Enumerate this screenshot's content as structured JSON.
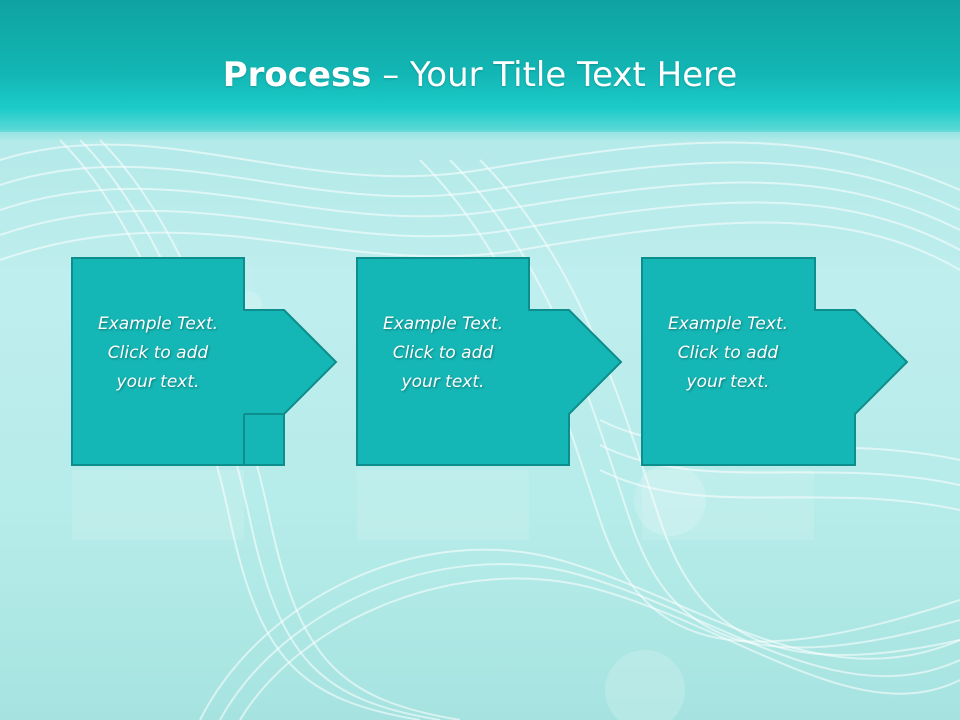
{
  "slide": {
    "title_bold": "Process",
    "title_rest": " – Your Title Text Here"
  },
  "steps": [
    {
      "lines": [
        "Example Text.",
        "Click  to add",
        "your text."
      ]
    },
    {
      "lines": [
        "Example Text.",
        "Click  to add",
        "your text."
      ]
    },
    {
      "lines": [
        "Example Text.",
        "Click  to add",
        "your text."
      ]
    }
  ],
  "colors": {
    "header": "#12b6b4",
    "box_fill": "#14b7b5",
    "box_border": "#0d8d8b",
    "text": "#ffffff"
  }
}
